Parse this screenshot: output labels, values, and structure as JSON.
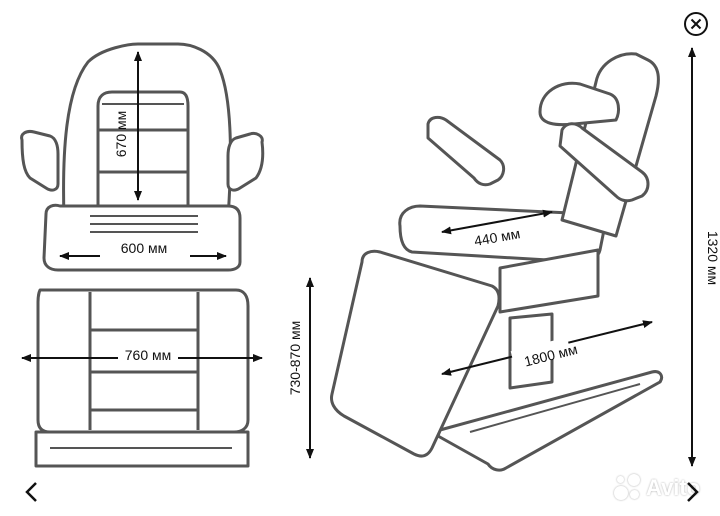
{
  "image": {
    "dimensions": {
      "height": "670 мм",
      "back_width": "600 мм",
      "base_width": "760 мм",
      "seat_height": "730-870 мм",
      "seat_width": "440 мм",
      "length": "1800 мм",
      "total_height": "1320 мм"
    }
  },
  "watermark": {
    "text": "Avito"
  },
  "icons": {
    "close": "close-icon",
    "prev": "chevron-left-icon",
    "next": "chevron-right-icon"
  }
}
